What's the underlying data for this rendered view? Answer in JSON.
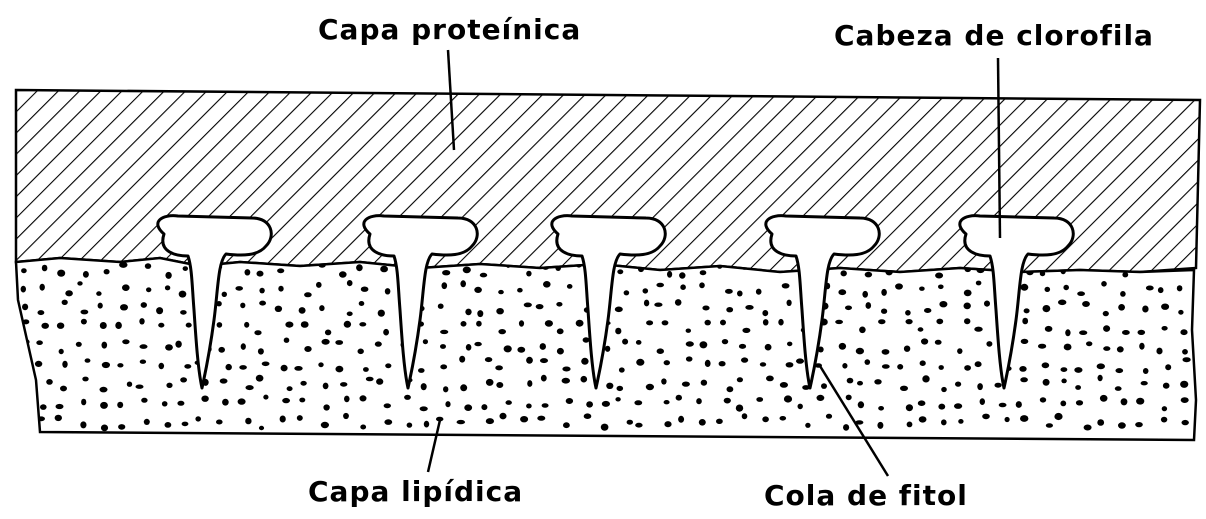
{
  "labels": {
    "protein_layer": "Capa proteínica",
    "chlorophyll_head": "Cabeza de clorofila",
    "lipid_layer": "Capa lipídica",
    "phytol_tail": "Cola de fitol"
  },
  "diagram": {
    "molecule_count": 5
  }
}
